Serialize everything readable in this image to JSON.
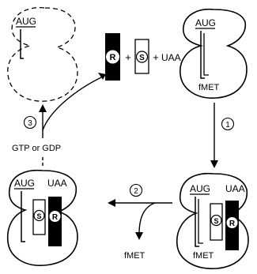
{
  "codons": {
    "start": "AUG",
    "stop": "UAA"
  },
  "residue": {
    "fmet": "fMET"
  },
  "factors": {
    "r": "R",
    "s": "S",
    "plus": "+",
    "uaa": "UAA"
  },
  "steps": {
    "one": "1",
    "two": "2",
    "three": "3"
  },
  "nucleotide": {
    "label": "GTP or GDP"
  },
  "colors": {
    "ink": "#000000",
    "background": "#ffffff"
  }
}
